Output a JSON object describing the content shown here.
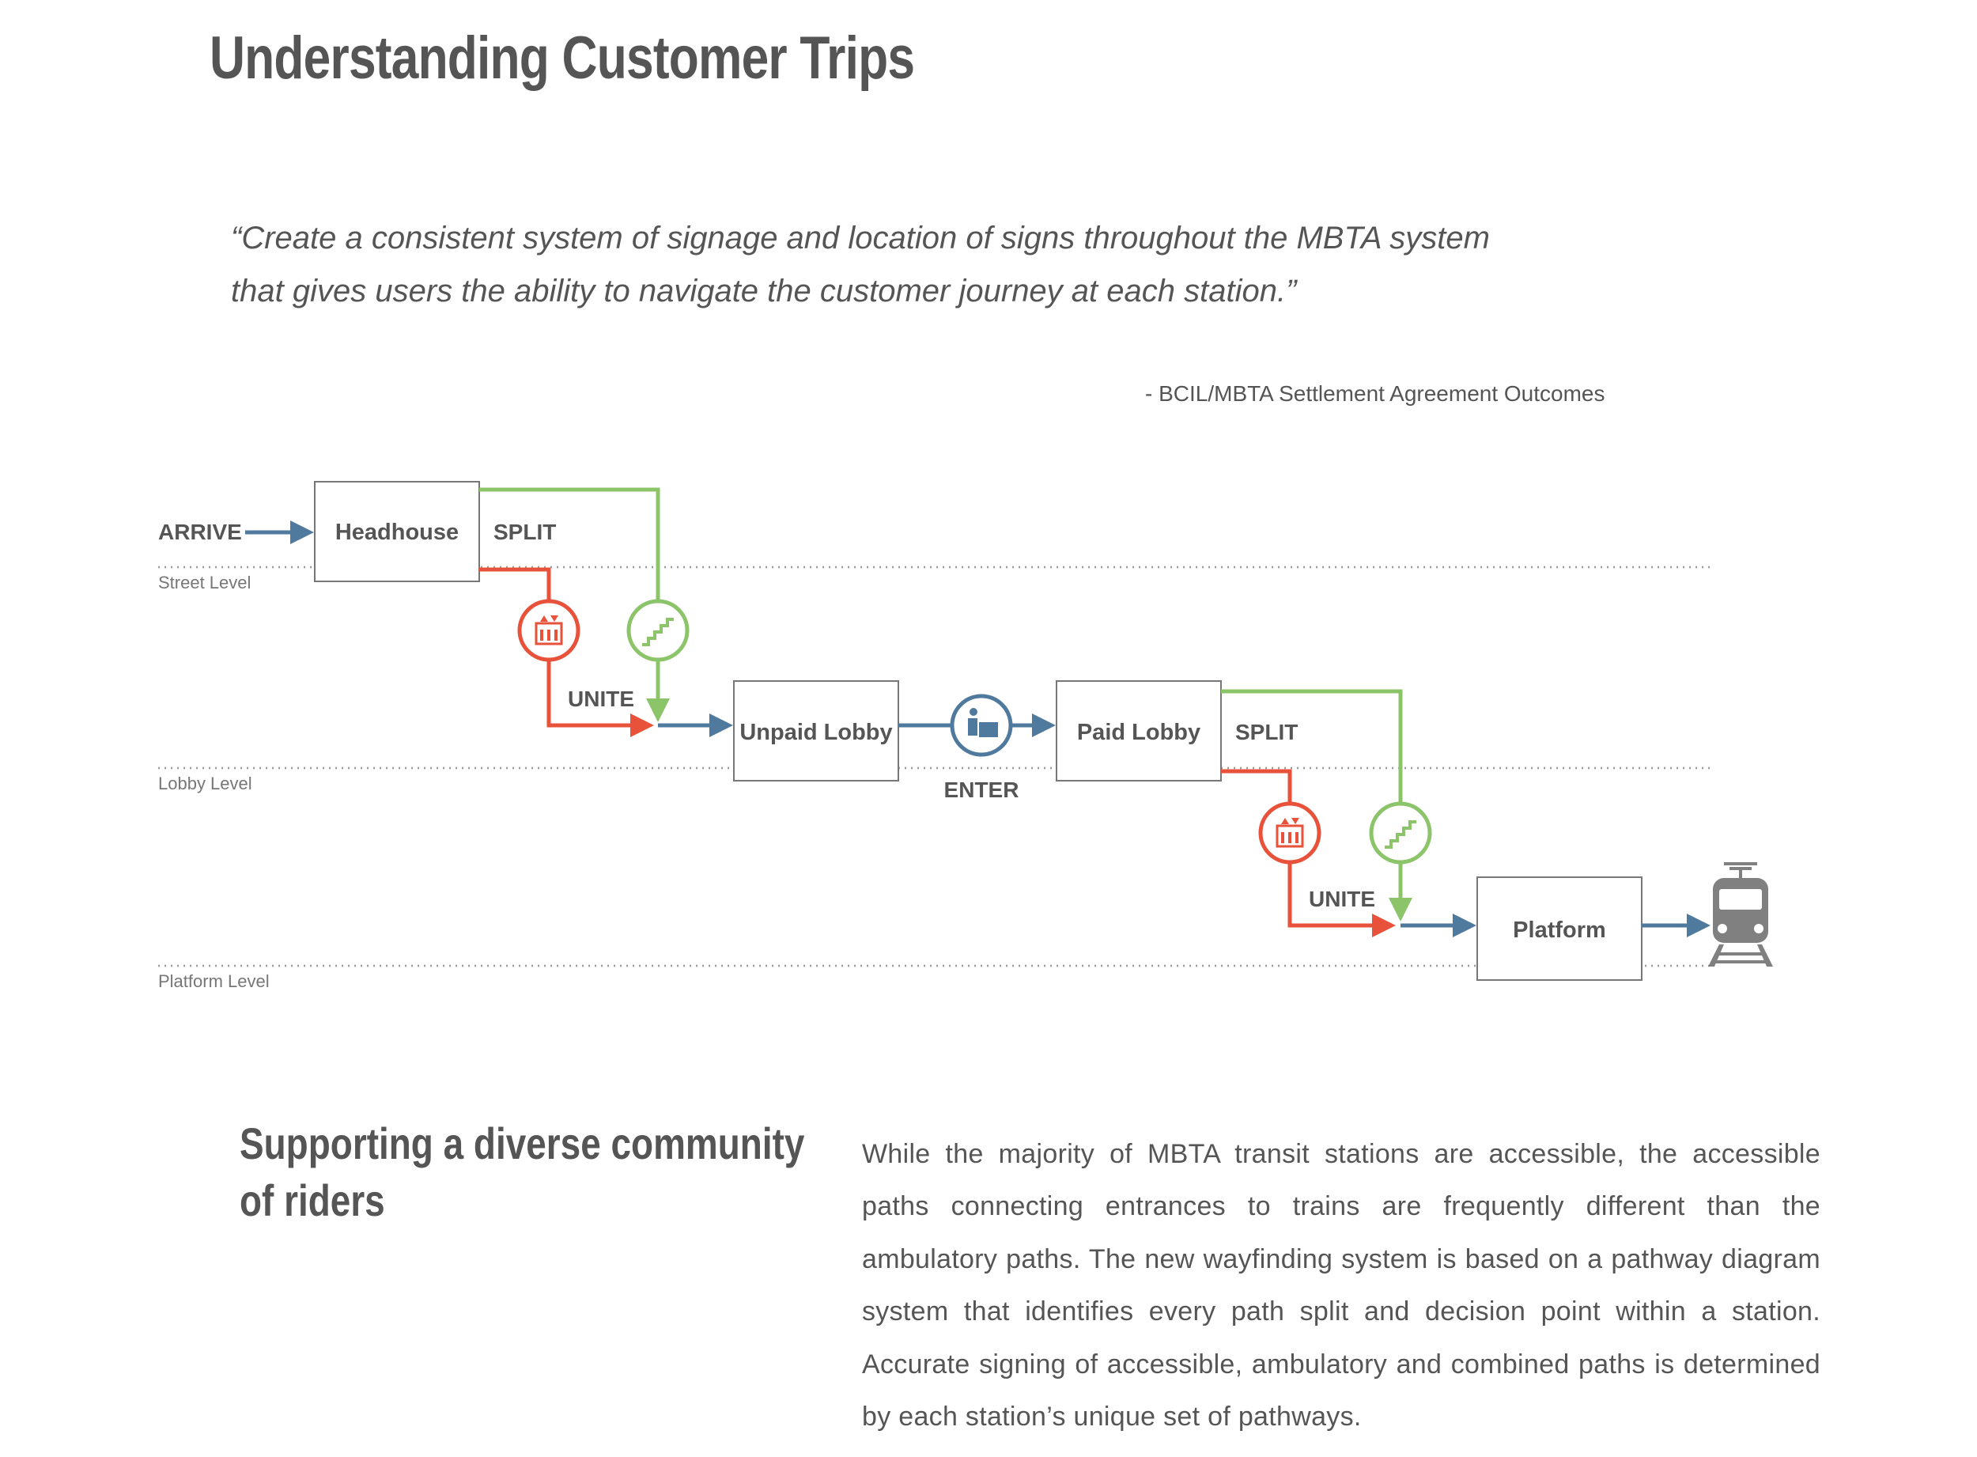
{
  "page": {
    "title": "Understanding Customer Trips",
    "quote_line1": "“Create a consistent system of signage and location of signs throughout the MBTA system",
    "quote_line2": "that gives users the ability to navigate the customer journey at each station.”",
    "attribution": "- BCIL/MBTA Settlement Agreement Outcomes"
  },
  "diagram": {
    "levels": {
      "street": "Street Level",
      "lobby": "Lobby Level",
      "platform": "Platform Level"
    },
    "nodes": {
      "headhouse": "Headhouse",
      "unpaid_lobby": "Unpaid Lobby",
      "paid_lobby": "Paid Lobby",
      "platform": "Platform"
    },
    "labels": {
      "arrive": "ARRIVE",
      "split_1": "SPLIT",
      "unite_1": "UNITE",
      "enter": "ENTER",
      "split_2": "SPLIT",
      "unite_2": "UNITE"
    },
    "paths": {
      "accessible": "elevator",
      "ambulatory": "stairs",
      "combined": "main"
    },
    "icons": [
      "elevator-icon",
      "stairs-icon",
      "fare-gate-icon",
      "train-icon"
    ],
    "colors": {
      "combined": "#4f7a9e",
      "accessible": "#e8513a",
      "ambulatory": "#8cc46a",
      "box_stroke": "#777777",
      "level_line": "#9a9a9a",
      "train": "#808080"
    }
  },
  "section": {
    "heading_line1": "Supporting a diverse community",
    "heading_line2": "of riders",
    "paragraph": "While the majority of MBTA transit stations are accessible, the accessible paths connecting entrances to trains are frequently different than the ambulatory paths. The new wayfinding system is based on a pathway diagram system that identifies every path split and decision point within a station. Accurate signing of accessible, ambulatory and combined paths is determined by each station’s unique set of pathways."
  }
}
